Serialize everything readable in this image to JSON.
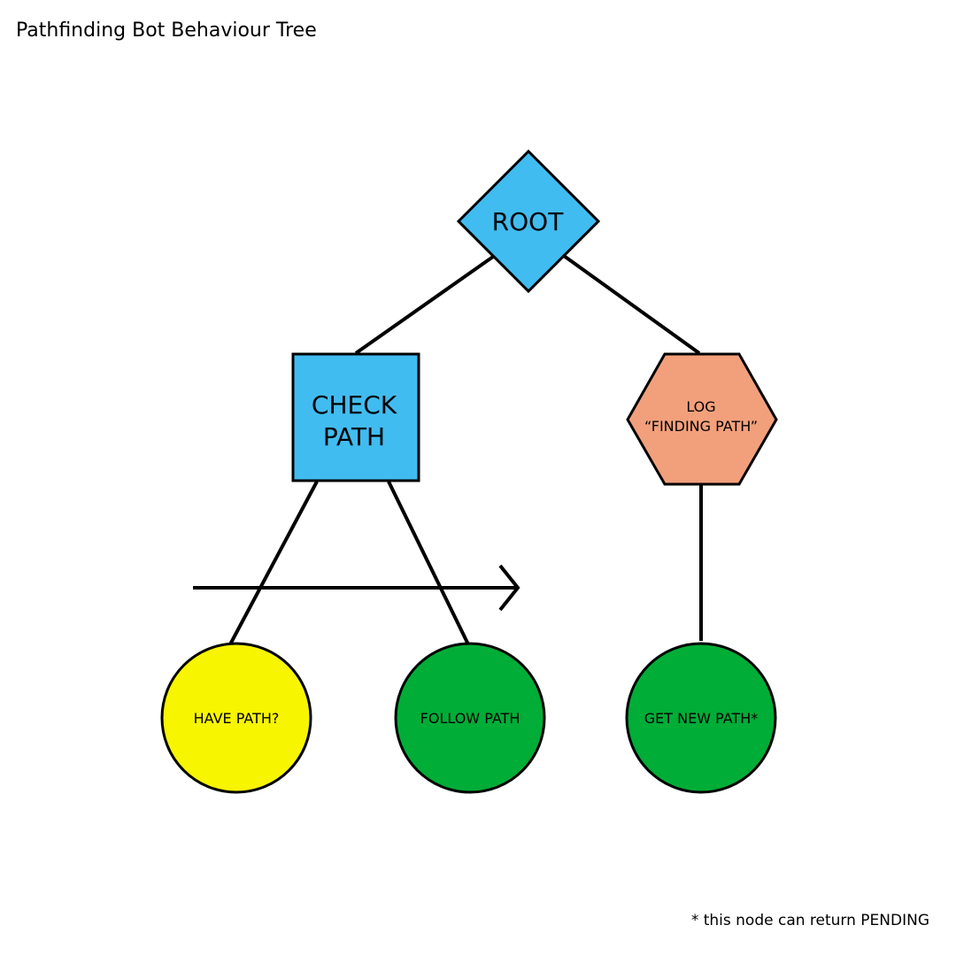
{
  "title": "Pathfinding Bot Behaviour Tree",
  "footnote": "* this node can return PENDING",
  "colors": {
    "selector": "#41bcf0",
    "action_log": "#f2a07b",
    "condition": "#f7f500",
    "action": "#00ad37",
    "stroke": "#000000"
  },
  "nodes": {
    "root": {
      "label": "ROOT",
      "shape": "diamond"
    },
    "check_path": {
      "line1": "CHECK",
      "line2": "PATH",
      "shape": "square"
    },
    "log": {
      "line1": "LOG",
      "line2": "“FINDING PATH”",
      "shape": "hexagon"
    },
    "have_path": {
      "label": "HAVE PATH?",
      "shape": "circle"
    },
    "follow_path": {
      "label": "FOLLOW PATH",
      "shape": "circle"
    },
    "get_new_path": {
      "label": "GET NEW PATH*",
      "shape": "circle"
    }
  },
  "edges": [
    {
      "from": "root",
      "to": "check_path"
    },
    {
      "from": "root",
      "to": "log"
    },
    {
      "from": "check_path",
      "to": "have_path"
    },
    {
      "from": "check_path",
      "to": "follow_path"
    },
    {
      "from": "log",
      "to": "get_new_path"
    }
  ]
}
